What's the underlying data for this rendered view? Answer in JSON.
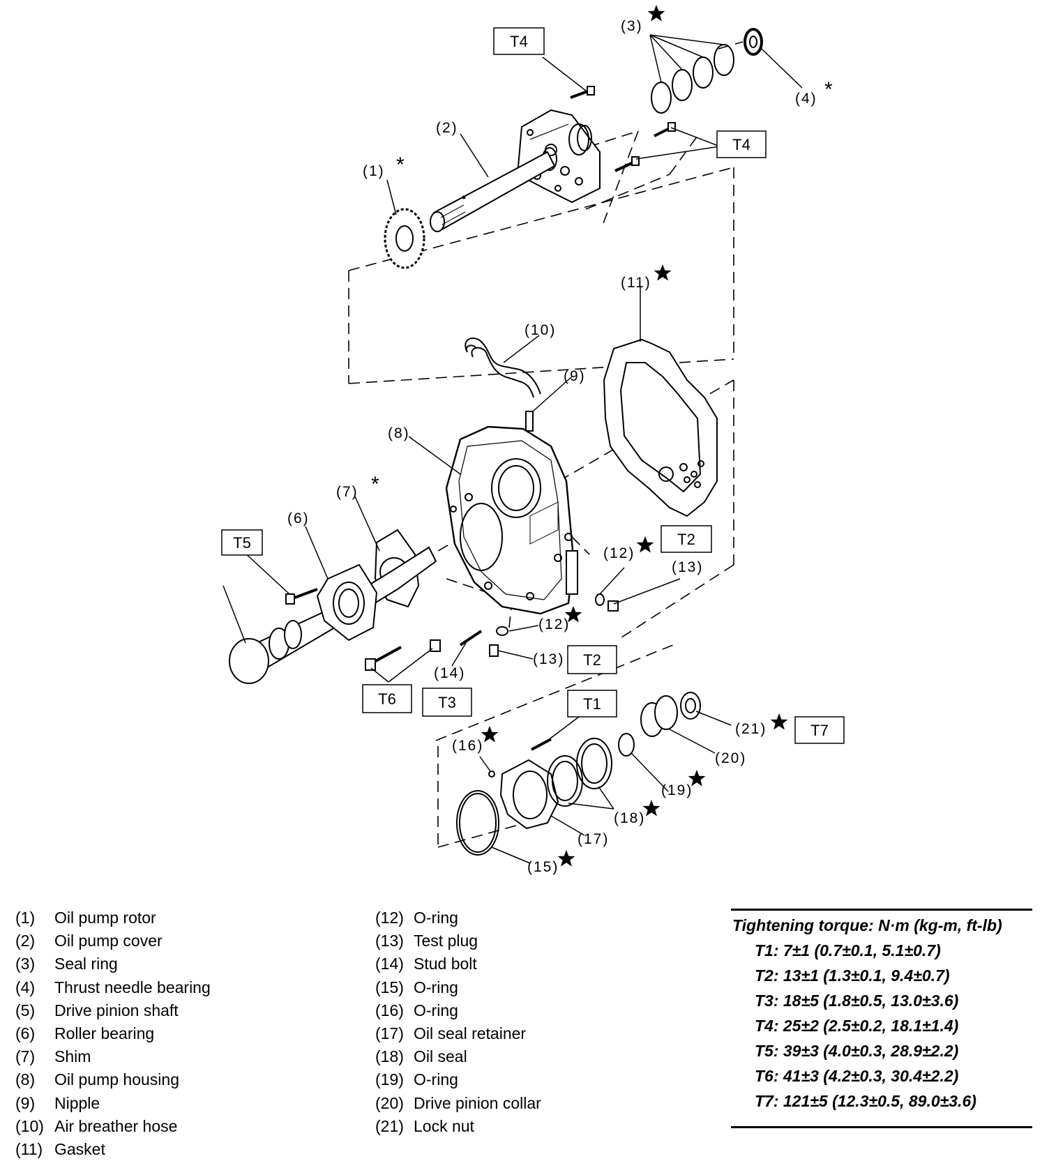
{
  "callouts": {
    "c1": "(1)",
    "c2": "(2)",
    "c3": "(3)",
    "c4": "(4)",
    "c6": "(6)",
    "c7": "(7)",
    "c8": "(8)",
    "c9": "(9)",
    "c10": "(10)",
    "c11": "(11)",
    "c12a": "(12)",
    "c12b": "(12)",
    "c13a": "(13)",
    "c13b": "(13)",
    "c14": "(14)",
    "c15": "(15)",
    "c16": "(16)",
    "c17": "(17)",
    "c18": "(18)",
    "c19": "(19)",
    "c20": "(20)",
    "c21": "(21)"
  },
  "boxes": {
    "t4_top": "T4",
    "t4_right": "T4",
    "t5": "T5",
    "t2_right": "T2",
    "t2_mid": "T2",
    "t6": "T6",
    "t3": "T3",
    "t1": "T1",
    "t7": "T7"
  },
  "legend": {
    "col1": [
      {
        "num": "(1)",
        "name": "Oil pump rotor"
      },
      {
        "num": "(2)",
        "name": "Oil pump cover"
      },
      {
        "num": "(3)",
        "name": "Seal ring"
      },
      {
        "num": "(4)",
        "name": "Thrust needle bearing"
      },
      {
        "num": "(5)",
        "name": "Drive pinion shaft"
      },
      {
        "num": "(6)",
        "name": "Roller bearing"
      },
      {
        "num": "(7)",
        "name": "Shim"
      },
      {
        "num": "(8)",
        "name": "Oil pump housing"
      },
      {
        "num": "(9)",
        "name": "Nipple"
      },
      {
        "num": "(10)",
        "name": "Air breather hose"
      },
      {
        "num": "(11)",
        "name": "Gasket"
      }
    ],
    "col2": [
      {
        "num": "(12)",
        "name": "O-ring"
      },
      {
        "num": "(13)",
        "name": "Test plug"
      },
      {
        "num": "(14)",
        "name": "Stud bolt"
      },
      {
        "num": "(15)",
        "name": "O-ring"
      },
      {
        "num": "(16)",
        "name": "O-ring"
      },
      {
        "num": "(17)",
        "name": "Oil seal retainer"
      },
      {
        "num": "(18)",
        "name": "Oil seal"
      },
      {
        "num": "(19)",
        "name": "O-ring"
      },
      {
        "num": "(20)",
        "name": "Drive pinion collar"
      },
      {
        "num": "(21)",
        "name": "Lock nut"
      }
    ]
  },
  "torque": {
    "heading": "Tightening torque: N·m (kg-m, ft-lb)",
    "items": [
      "T1: 7±1 (0.7±0.1, 5.1±0.7)",
      "T2: 13±1 (1.3±0.1, 9.4±0.7)",
      "T3: 18±5 (1.8±0.5, 13.0±3.6)",
      "T4: 25±2 (2.5±0.2, 18.1±1.4)",
      "T5: 39±3 (4.0±0.3, 28.9±2.2)",
      "T6: 41±3 (4.2±0.3, 30.4±2.2)",
      "T7: 121±5 (12.3±0.5, 89.0±3.6)"
    ]
  }
}
